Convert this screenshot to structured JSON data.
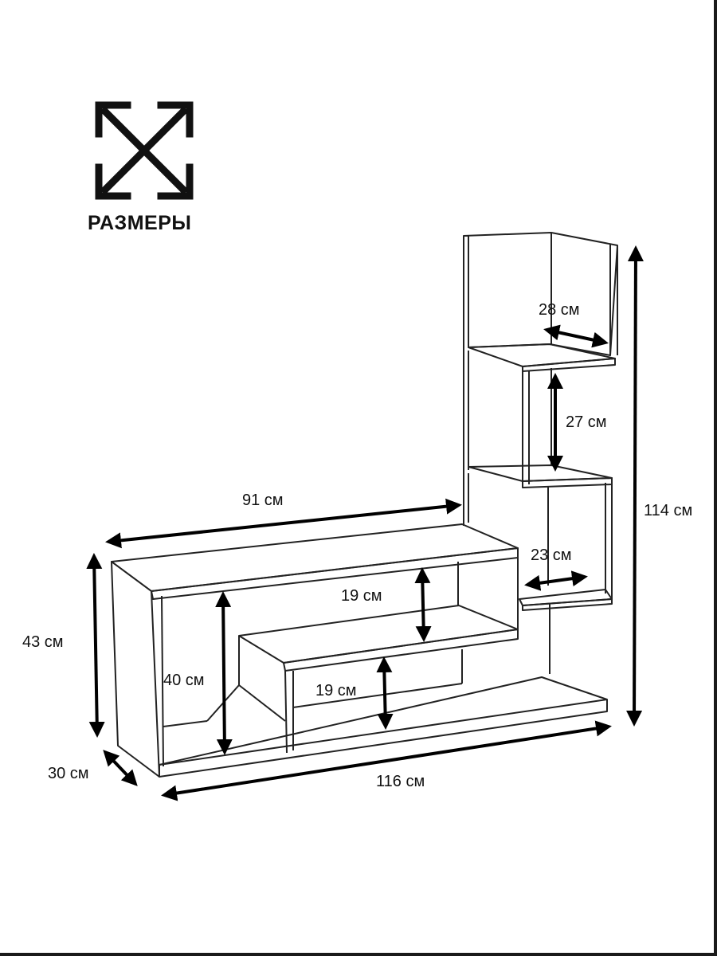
{
  "title": "РАЗМЕРЫ",
  "icon": "expand-arrows-icon",
  "colors": {
    "line": "#222222",
    "arrow": "#000000",
    "background": "#ffffff"
  },
  "dimensions": {
    "total_height": "114 см",
    "left_height": "43 см",
    "depth": "30 см",
    "total_width": "116 см",
    "top_width": "91 см",
    "tower_depth": "28 см",
    "tower_box_height": "27 см",
    "lower_tower_depth": "23 см",
    "upper_niche_height": "19 см",
    "lower_niche_height": "19 см",
    "inner_height": "40 см"
  }
}
